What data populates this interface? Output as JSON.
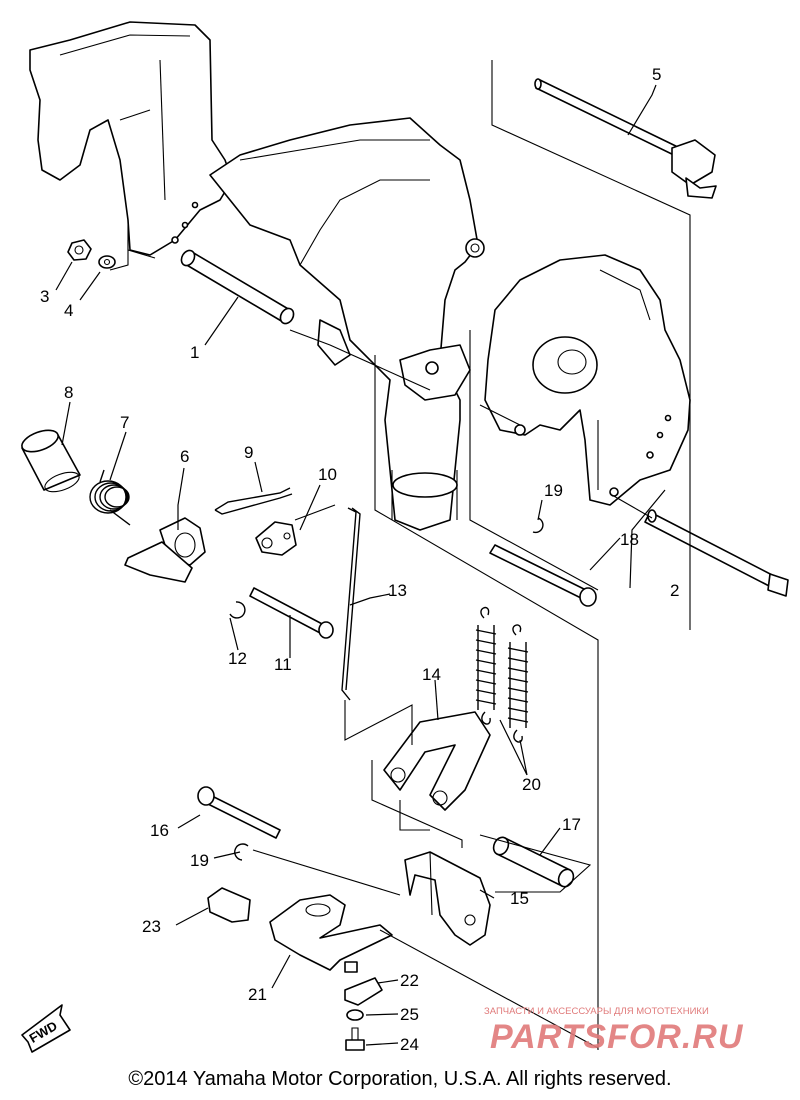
{
  "labels": {
    "p1": "1",
    "p2": "2",
    "p3": "3",
    "p4": "4",
    "p5": "5",
    "p6": "6",
    "p7": "7",
    "p8": "8",
    "p9": "9",
    "p10": "10",
    "p11": "11",
    "p12": "12",
    "p13": "13",
    "p14": "14",
    "p15": "15",
    "p16": "16",
    "p17": "17",
    "p18": "18",
    "p19a": "19",
    "p19b": "19",
    "p20": "20",
    "p21": "21",
    "p22": "22",
    "p23": "23",
    "p24": "24",
    "p25": "25"
  },
  "fwd_label": "FWD",
  "copyright": "©2014 Yamaha Motor Corporation, U.S.A. All rights reserved.",
  "watermark": {
    "tagline": "ЗАПЧАСТИ И АКСЕССУАРЫ ДЛЯ МОТОТЕХНИКИ",
    "logo": "PARTSFOR.RU",
    "color": "#e07a7a"
  }
}
